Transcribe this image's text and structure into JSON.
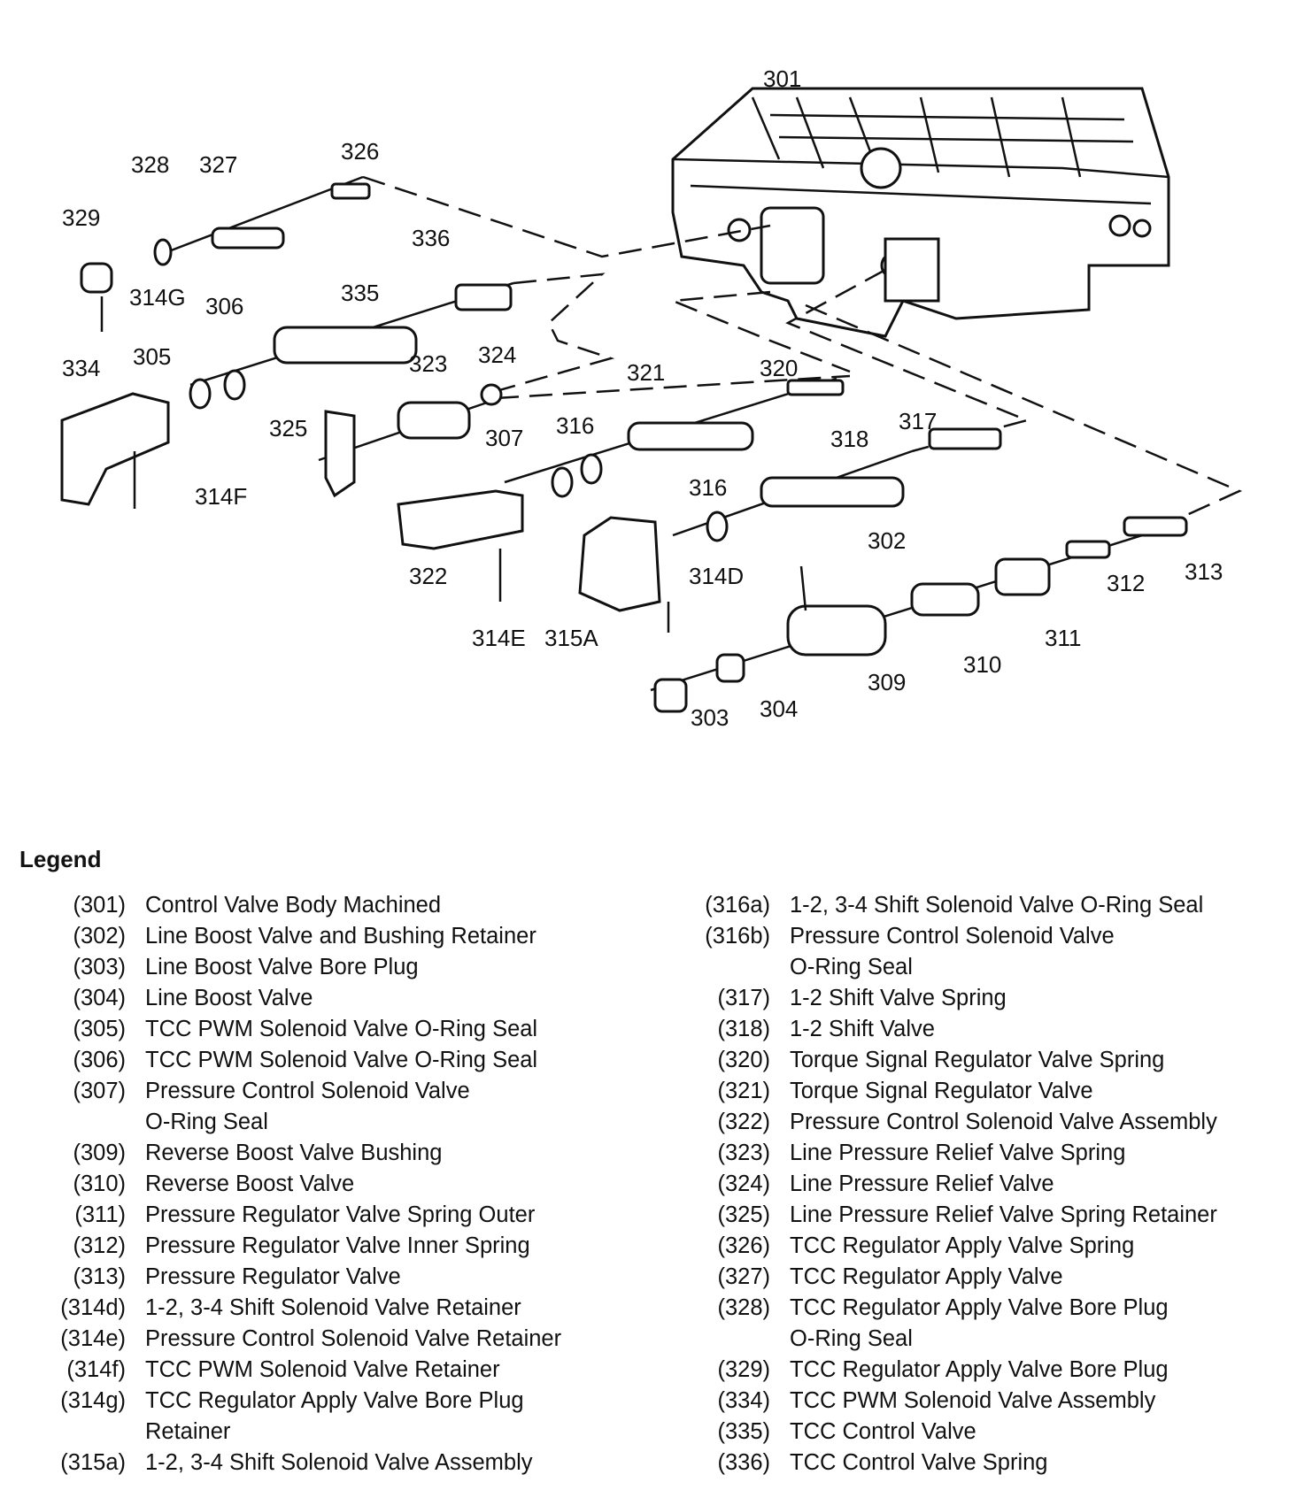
{
  "diagram": {
    "callouts": [
      {
        "id": "c301",
        "text": "301"
      },
      {
        "id": "c302",
        "text": "302"
      },
      {
        "id": "c303",
        "text": "303"
      },
      {
        "id": "c304",
        "text": "304"
      },
      {
        "id": "c305",
        "text": "305"
      },
      {
        "id": "c306",
        "text": "306"
      },
      {
        "id": "c307",
        "text": "307"
      },
      {
        "id": "c309",
        "text": "309"
      },
      {
        "id": "c310",
        "text": "310"
      },
      {
        "id": "c311",
        "text": "311"
      },
      {
        "id": "c312",
        "text": "312"
      },
      {
        "id": "c313",
        "text": "313"
      },
      {
        "id": "c314D",
        "text": "314D"
      },
      {
        "id": "c314E",
        "text": "314E"
      },
      {
        "id": "c314F",
        "text": "314F"
      },
      {
        "id": "c314G",
        "text": "314G"
      },
      {
        "id": "c315A",
        "text": "315A"
      },
      {
        "id": "c316a",
        "text": "316"
      },
      {
        "id": "c316b",
        "text": "316"
      },
      {
        "id": "c317",
        "text": "317"
      },
      {
        "id": "c318",
        "text": "318"
      },
      {
        "id": "c320",
        "text": "320"
      },
      {
        "id": "c321",
        "text": "321"
      },
      {
        "id": "c322",
        "text": "322"
      },
      {
        "id": "c323",
        "text": "323"
      },
      {
        "id": "c324",
        "text": "324"
      },
      {
        "id": "c325",
        "text": "325"
      },
      {
        "id": "c326",
        "text": "326"
      },
      {
        "id": "c327",
        "text": "327"
      },
      {
        "id": "c328",
        "text": "328"
      },
      {
        "id": "c329",
        "text": "329"
      },
      {
        "id": "c334",
        "text": "334"
      },
      {
        "id": "c335",
        "text": "335"
      },
      {
        "id": "c336",
        "text": "336"
      }
    ]
  },
  "legend": {
    "title": "Legend",
    "left": [
      {
        "code": "(301)",
        "desc": "Control Valve Body Machined"
      },
      {
        "code": "(302)",
        "desc": "Line Boost Valve and Bushing Retainer"
      },
      {
        "code": "(303)",
        "desc": "Line Boost Valve Bore Plug"
      },
      {
        "code": "(304)",
        "desc": "Line Boost Valve"
      },
      {
        "code": "(305)",
        "desc": "TCC PWM Solenoid Valve O-Ring Seal"
      },
      {
        "code": "(306)",
        "desc": "TCC PWM Solenoid Valve O-Ring Seal"
      },
      {
        "code": "(307)",
        "desc": "Pressure Control Solenoid Valve\nO-Ring Seal"
      },
      {
        "code": "(309)",
        "desc": "Reverse Boost Valve Bushing"
      },
      {
        "code": "(310)",
        "desc": "Reverse Boost Valve"
      },
      {
        "code": "(311)",
        "desc": "Pressure Regulator Valve Spring Outer"
      },
      {
        "code": "(312)",
        "desc": "Pressure Regulator Valve Inner Spring"
      },
      {
        "code": "(313)",
        "desc": "Pressure Regulator Valve"
      },
      {
        "code": "(314d)",
        "desc": "1-2, 3-4 Shift Solenoid Valve Retainer"
      },
      {
        "code": "(314e)",
        "desc": "Pressure Control Solenoid Valve Retainer"
      },
      {
        "code": "(314f)",
        "desc": "TCC PWM Solenoid Valve Retainer"
      },
      {
        "code": "(314g)",
        "desc": "TCC Regulator Apply Valve Bore Plug\nRetainer"
      },
      {
        "code": "(315a)",
        "desc": "1-2, 3-4 Shift Solenoid Valve Assembly"
      }
    ],
    "right": [
      {
        "code": "(316a)",
        "desc": "1-2, 3-4 Shift Solenoid Valve O-Ring Seal"
      },
      {
        "code": "(316b)",
        "desc": "Pressure Control Solenoid Valve\nO-Ring Seal"
      },
      {
        "code": "(317)",
        "desc": "1-2 Shift Valve Spring"
      },
      {
        "code": "(318)",
        "desc": "1-2 Shift Valve"
      },
      {
        "code": "(320)",
        "desc": "Torque Signal Regulator Valve Spring"
      },
      {
        "code": "(321)",
        "desc": "Torque Signal Regulator Valve"
      },
      {
        "code": "(322)",
        "desc": "Pressure Control Solenoid Valve Assembly"
      },
      {
        "code": "(323)",
        "desc": "Line Pressure Relief Valve Spring"
      },
      {
        "code": "(324)",
        "desc": "Line Pressure Relief Valve"
      },
      {
        "code": "(325)",
        "desc": "Line Pressure Relief Valve Spring Retainer"
      },
      {
        "code": "(326)",
        "desc": "TCC Regulator Apply Valve Spring"
      },
      {
        "code": "(327)",
        "desc": "TCC Regulator Apply Valve"
      },
      {
        "code": "(328)",
        "desc": "TCC Regulator Apply Valve Bore Plug\nO-Ring Seal"
      },
      {
        "code": "(329)",
        "desc": "TCC Regulator Apply Valve Bore Plug"
      },
      {
        "code": "(334)",
        "desc": "TCC PWM Solenoid Valve Assembly"
      },
      {
        "code": "(335)",
        "desc": "TCC Control Valve"
      },
      {
        "code": "(336)",
        "desc": "TCC Control Valve Spring"
      }
    ]
  }
}
